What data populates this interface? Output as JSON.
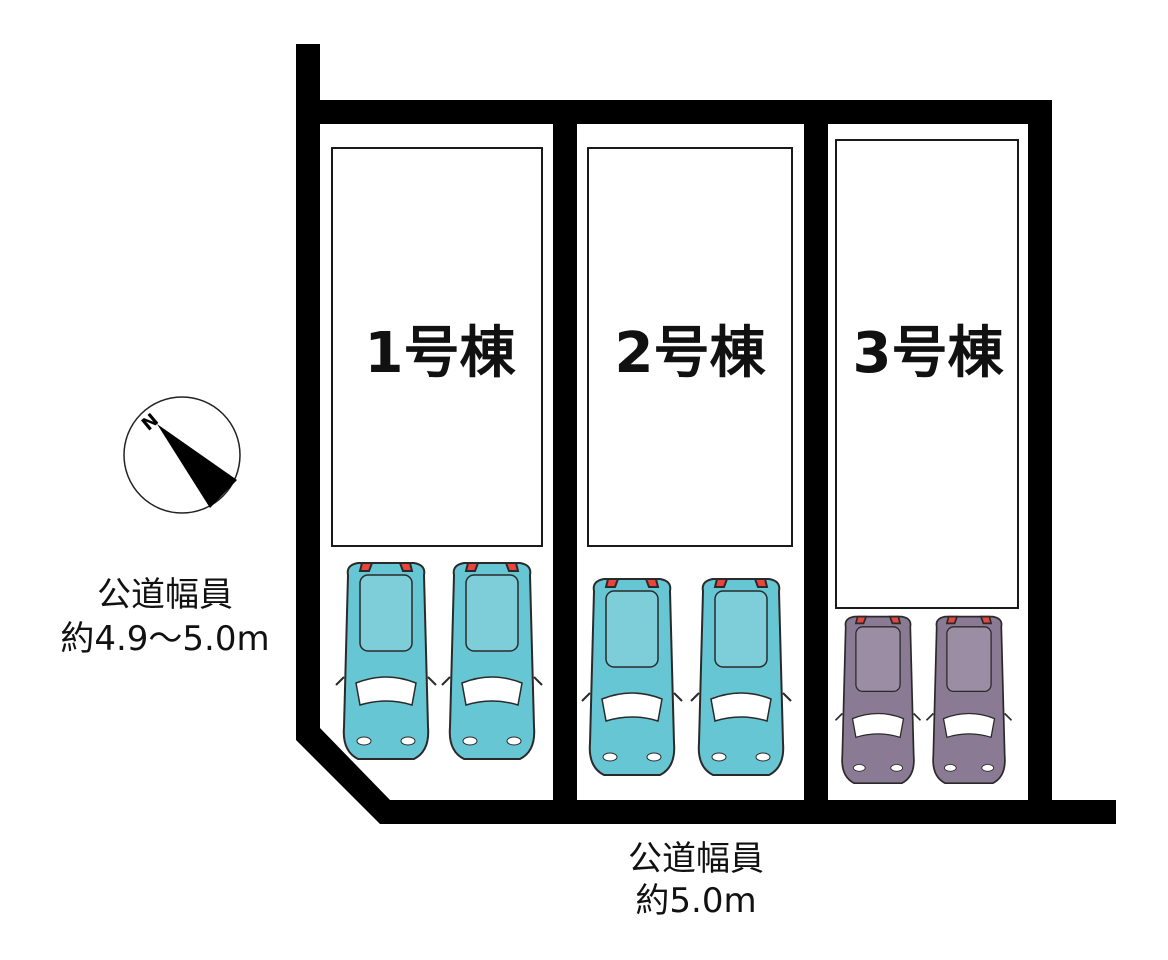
{
  "buildings": [
    {
      "label": "1号棟",
      "car_color": "#67c6d3"
    },
    {
      "label": "2号棟",
      "car_color": "#67c6d3"
    },
    {
      "label": "3号棟",
      "car_color": "#8a7a93"
    }
  ],
  "roads": {
    "west": {
      "line1": "公道幅員",
      "line2": "約4.9〜5.0m"
    },
    "south": {
      "line1": "公道幅員",
      "line2": "約5.0m"
    }
  },
  "compass": {
    "letter": "N"
  },
  "colors": {
    "wall": "#000000",
    "house_outline": "#1a1a1a",
    "car_outline": "#2a2a2a",
    "tail_light": "#e8453c"
  }
}
